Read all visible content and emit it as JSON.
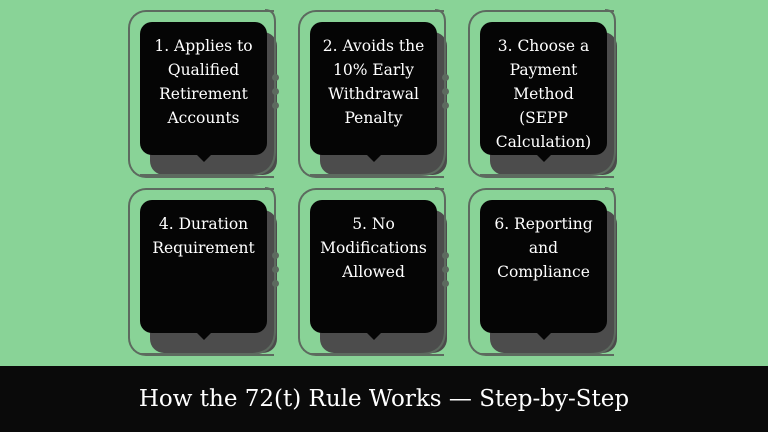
{
  "colors": {
    "background": "#89d397",
    "card": "#050505",
    "card_shadow": "#4c4c4c",
    "frame": "#5d6a5f",
    "footer": "#0a0a0a",
    "text": "#ffffff"
  },
  "steps": [
    {
      "label": "1. Applies to Qualified Retirement Accounts"
    },
    {
      "label": "2. Avoids the 10% Early Withdrawal Penalty"
    },
    {
      "label": "3. Choose a Payment Method (SEPP Calculation)"
    },
    {
      "label": "4. Duration Requirement"
    },
    {
      "label": "5. No Modifications Allowed"
    },
    {
      "label": "6. Reporting and Compliance"
    }
  ],
  "footer": {
    "title": "How the 72(t) Rule Works — Step-by-Step"
  }
}
